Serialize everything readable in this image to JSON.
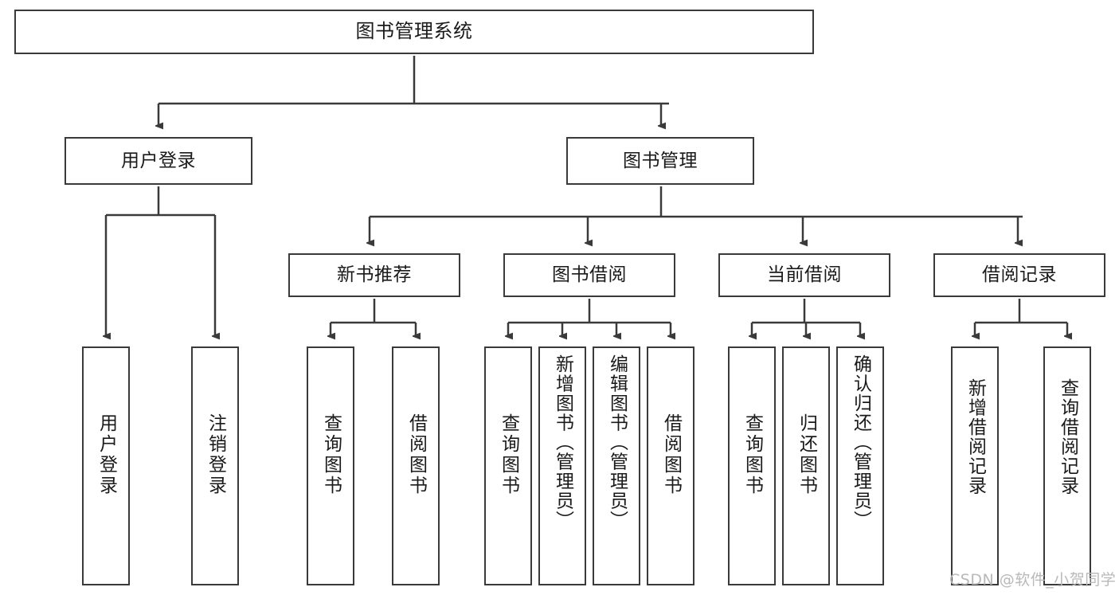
{
  "diagram": {
    "title": "图书管理系统",
    "type": "tree-hierarchy-diagram",
    "colors": {
      "stroke": "#3a3a3a",
      "fill": "#ffffff",
      "text": "#1a1a1a",
      "watermark": "#b9b9b9"
    },
    "root": {
      "label": "图书管理系统"
    },
    "level2": [
      {
        "label": "用户登录"
      },
      {
        "label": "图书管理"
      }
    ],
    "level3": [
      {
        "label": "新书推荐"
      },
      {
        "label": "图书借阅"
      },
      {
        "label": "当前借阅"
      },
      {
        "label": "借阅记录"
      }
    ],
    "leaves": {
      "user_login": [
        {
          "label": "用户登录"
        },
        {
          "label": "注销登录"
        }
      ],
      "new_book_recommend": [
        {
          "label": "查询图书"
        },
        {
          "label": "借阅图书"
        }
      ],
      "book_borrow": [
        {
          "label": "查询图书"
        },
        {
          "label": "新增图书（管理员）"
        },
        {
          "label": "编辑图书（管理员）"
        },
        {
          "label": "借阅图书"
        }
      ],
      "current_borrow": [
        {
          "label": "查询图书"
        },
        {
          "label": "归还图书"
        },
        {
          "label": "确认归还（管理员）"
        }
      ],
      "borrow_record": [
        {
          "label": "新增借阅记录"
        },
        {
          "label": "查询借阅记录"
        }
      ]
    }
  },
  "watermark": {
    "text": "CSDN @软件_小贺同学"
  }
}
